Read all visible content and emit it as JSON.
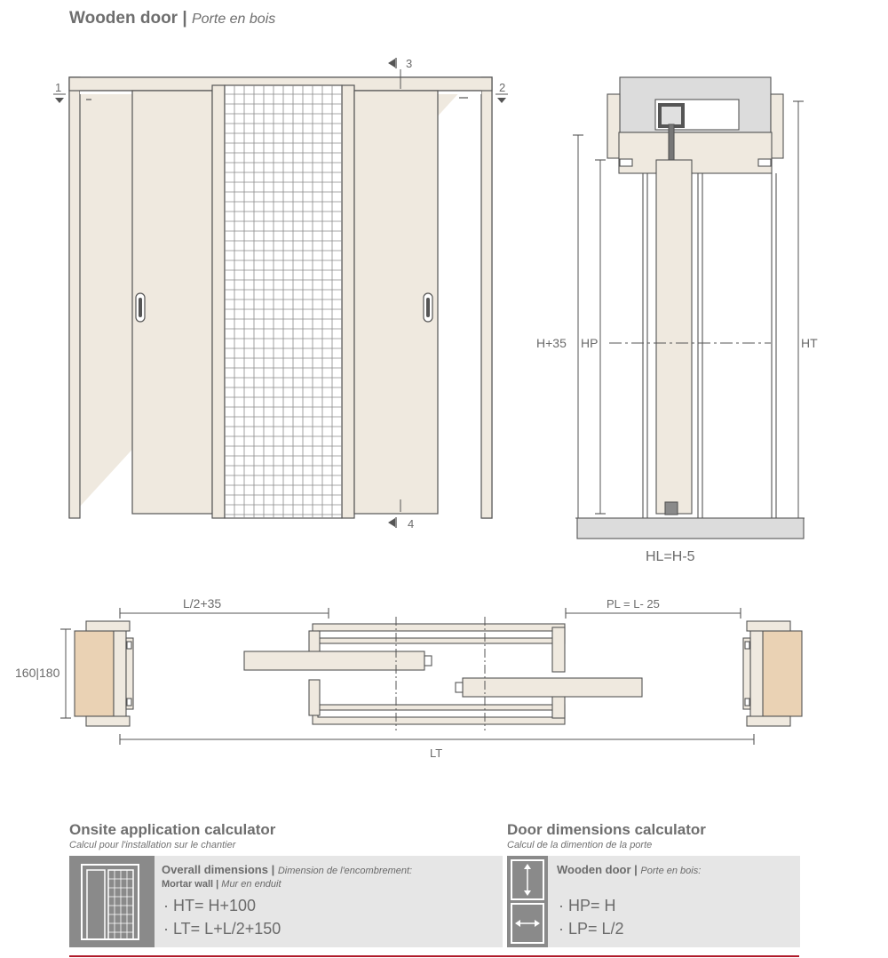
{
  "header": {
    "title": "Wooden door",
    "separator": "|",
    "title_fr": "Porte en bois"
  },
  "elevation": {
    "section_marks": [
      "1",
      "2",
      "3",
      "4"
    ]
  },
  "side_section": {
    "labels": {
      "h35": "H+35",
      "hp": "HP",
      "ht": "HT",
      "hl": "HL=H-5"
    }
  },
  "plan": {
    "labels": {
      "l2": "L/2+35",
      "pl": "PL = L- 25",
      "wall": "160|180",
      "lt": "LT"
    }
  },
  "onsite_calculator": {
    "title": "Onsite application calculator",
    "subtitle": "Calcul pour l'installation sur le chantier",
    "heading": "Overall dimensions",
    "heading_sep": "|",
    "heading_fr": "Dimension de l'encombrement:",
    "wall": "Mortar wall",
    "wall_sep": "|",
    "wall_fr": "Mur en enduit",
    "formulas": [
      "HT= H+100",
      "LT= L+L/2+150"
    ]
  },
  "door_calculator": {
    "title": "Door dimensions calculator",
    "subtitle": "Calcul de la dimention de la porte",
    "heading": "Wooden door",
    "heading_sep": "|",
    "heading_fr": "Porte en bois:",
    "formulas": [
      "HP= H",
      "LP=  L/2"
    ]
  },
  "colors": {
    "panel": "#efe9df",
    "outline": "#555555",
    "wall_fill": "#ead2b4",
    "accent_line": "#b01a2a",
    "box": "#e6e6e6",
    "icon_box": "#8a8a8a"
  }
}
